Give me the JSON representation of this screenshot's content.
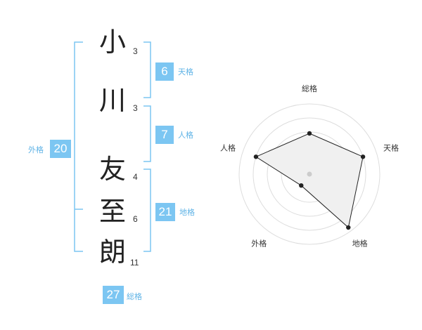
{
  "name": {
    "chars": [
      {
        "char": "小",
        "strokes": "3"
      },
      {
        "char": "川",
        "strokes": "3"
      },
      {
        "char": "友",
        "strokes": "4"
      },
      {
        "char": "至",
        "strokes": "6"
      },
      {
        "char": "朗",
        "strokes": "11"
      }
    ]
  },
  "fortunes": {
    "tenkaku": {
      "value": "6",
      "label": "天格"
    },
    "jinkaku": {
      "value": "7",
      "label": "人格"
    },
    "chikaku": {
      "value": "21",
      "label": "地格"
    },
    "gaikaku": {
      "value": "20",
      "label": "外格"
    },
    "soukaku": {
      "value": "27",
      "label": "総格"
    }
  },
  "colors": {
    "accent": "#7cc6f2",
    "accent_text": "#5fb3e6",
    "polygon_fill": "#f0f0f0",
    "polygon_stroke": "#222222"
  },
  "radar": {
    "labels": [
      "総格",
      "天格",
      "地格",
      "外格",
      "人格"
    ],
    "values": [
      0.58,
      0.8,
      0.94,
      0.2,
      0.8
    ],
    "rings": 5
  }
}
